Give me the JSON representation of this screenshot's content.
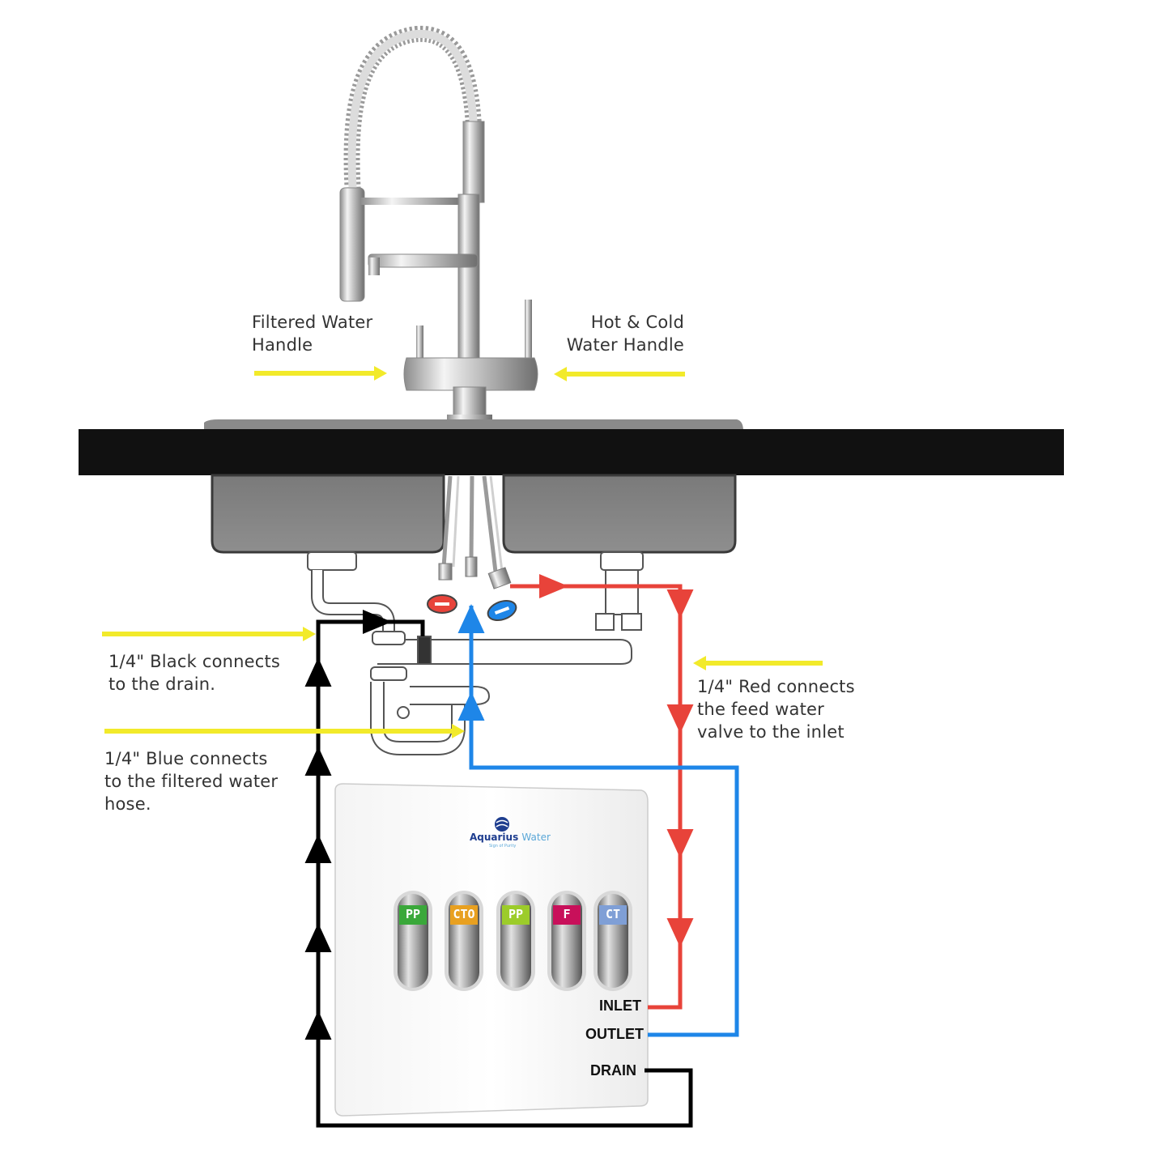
{
  "labels": {
    "filtered_handle": [
      "Filtered Water",
      "Handle"
    ],
    "hot_cold_handle": [
      "Hot & Cold",
      "Water Handle"
    ],
    "black_connects": [
      "1/4\" Black connects",
      "to the drain."
    ],
    "blue_connects": [
      "1/4\" Blue connects",
      "to the filtered water",
      "hose."
    ],
    "red_connects": [
      "1/4\" Red connects",
      "the feed water",
      "valve to the inlet"
    ]
  },
  "ports": {
    "inlet": "INLET",
    "outlet": "OUTLET",
    "drain": "DRAIN"
  },
  "unit": {
    "brand_main": "Aquarius",
    "brand_accent": "Water",
    "tagline": "Sign of Purity",
    "cartridges": [
      {
        "label": "PP",
        "color": "#3aa83a"
      },
      {
        "label": "CTO",
        "color": "#e8a020"
      },
      {
        "label": "PP",
        "color": "#9ccc2a"
      },
      {
        "label": "F",
        "color": "#c8105a"
      },
      {
        "label": "CT",
        "color": "#7f9fd6"
      }
    ]
  },
  "colors": {
    "red_line": "#e8433a",
    "blue_line": "#1e86e8",
    "black_line": "#000000",
    "pointer": "#f2ea2a",
    "countertop": "#111111"
  }
}
